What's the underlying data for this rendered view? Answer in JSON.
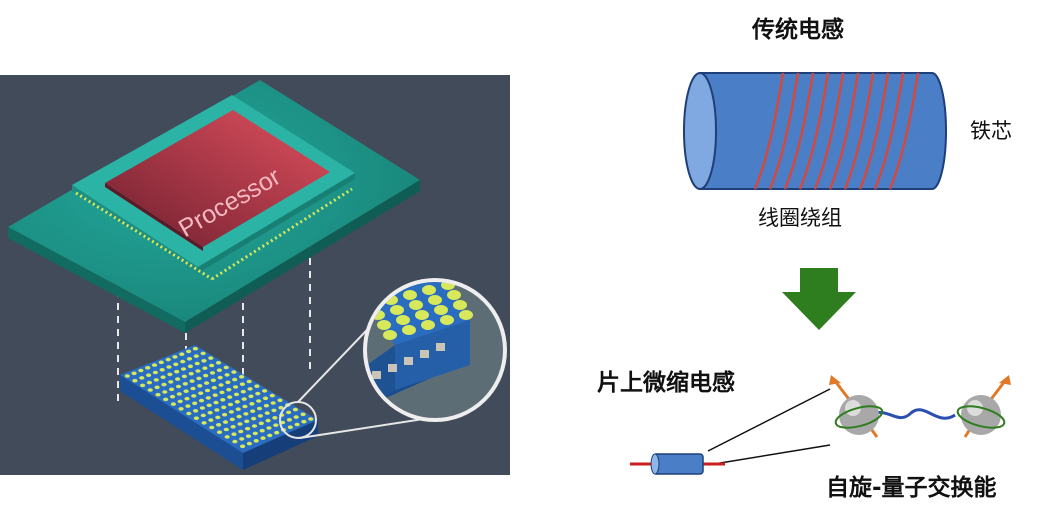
{
  "left_figure": {
    "processor_label": "Processor"
  },
  "right_figure": {
    "traditional_title": "传统电感",
    "core_label": "铁芯",
    "coil_label": "线圈绕组",
    "onchip_label": "片上微缩电感",
    "spin_label": "自旋-量子交换能"
  },
  "colors": {
    "panel_bg": "#414b5a",
    "board": "#1f9e92",
    "processor": "#c0394c",
    "pad_yellow": "#d7e85a",
    "chip_blue": "#2a6cc0",
    "cylinder": "#4a7fc8",
    "coil": "#d4493f",
    "arrow": "#2e7d1e",
    "spin_arrow": "#e07a2a"
  }
}
